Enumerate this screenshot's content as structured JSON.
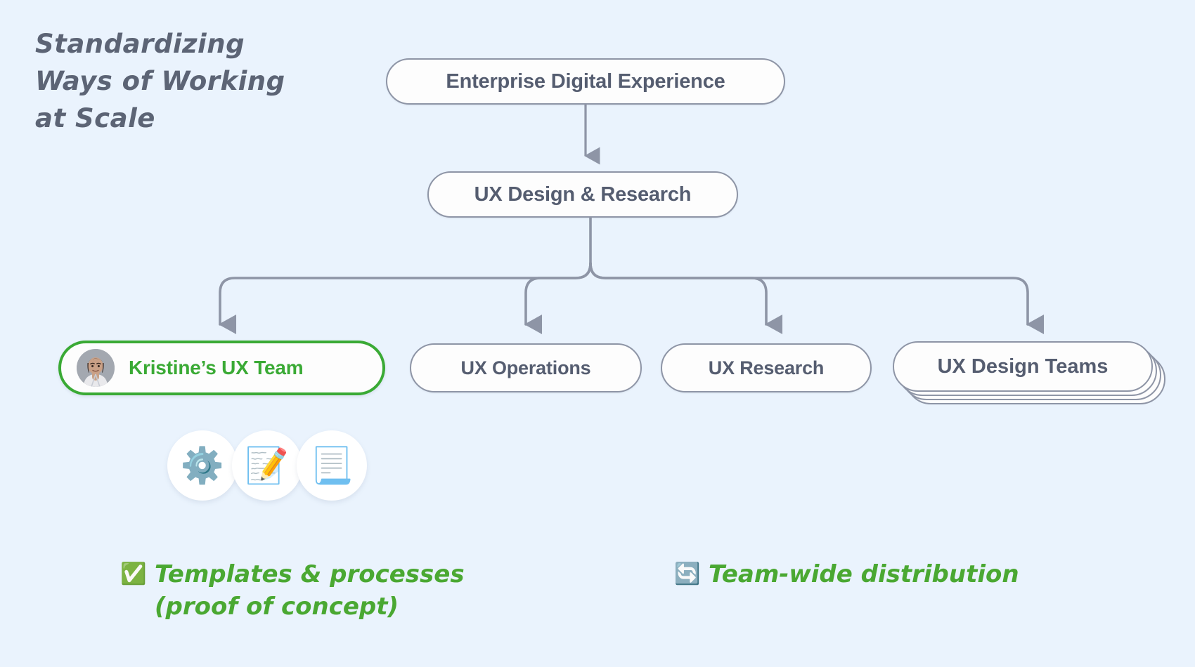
{
  "canvas": {
    "background_color": "#eaf3fd",
    "node_border_color": "#8e95a6",
    "node_text_color": "#555d70",
    "accent_green": "#3aaa35",
    "caption_green": "#4aa832",
    "connector_color": "#8e95a6"
  },
  "title": {
    "text": "Standardizing\nWays of Working\nat Scale"
  },
  "hierarchy": {
    "root": {
      "label": "Enterprise Digital Experience"
    },
    "level2": {
      "label": "UX Design & Research"
    },
    "children": [
      {
        "label": "Kristine’s UX Team",
        "highlighted": true,
        "avatar": "avatar-kristine"
      },
      {
        "label": "UX Operations",
        "highlighted": false
      },
      {
        "label": "UX Research",
        "highlighted": false
      },
      {
        "label": "UX Design Teams",
        "highlighted": false,
        "stacked": true
      }
    ]
  },
  "icon_cluster": {
    "icons": [
      {
        "name": "gear-icon",
        "glyph": "⚙️"
      },
      {
        "name": "memo-icon",
        "glyph": "📝"
      },
      {
        "name": "page-with-curl-icon",
        "glyph": "📃"
      }
    ]
  },
  "captions": [
    {
      "icon_name": "check-mark-button-icon",
      "icon_glyph": "✅",
      "text": "Templates & processes\n(proof of concept)"
    },
    {
      "icon_name": "counterclockwise-arrows-icon",
      "icon_glyph": "🔄",
      "text": "Team-wide distribution"
    }
  ]
}
